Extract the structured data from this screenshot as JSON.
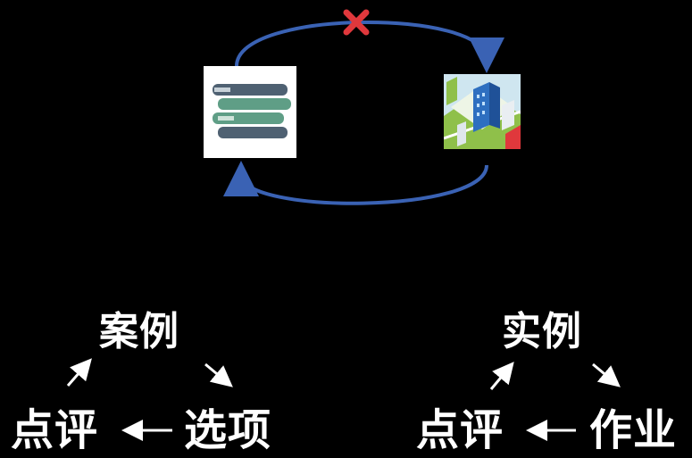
{
  "top_cycle": {
    "left_icon": "books-stack-icon",
    "right_icon": "city-building-icon",
    "top_arrow_mark": "cross-icon",
    "colors": {
      "arrow": "#3a62b4",
      "cross": "#e0383c",
      "books_frame": "#ffffff",
      "book_teal": "#5f9e86",
      "book_slate": "#4f6172",
      "city_sky": "#cfe6f0",
      "city_grass": "#8fc04a",
      "city_building": "#2e6fc0"
    }
  },
  "left_cycle": {
    "top": "案例",
    "bottom_left": "点评",
    "bottom_right": "选项"
  },
  "right_cycle": {
    "top": "实例",
    "bottom_left": "点评",
    "bottom_right": "作业"
  }
}
